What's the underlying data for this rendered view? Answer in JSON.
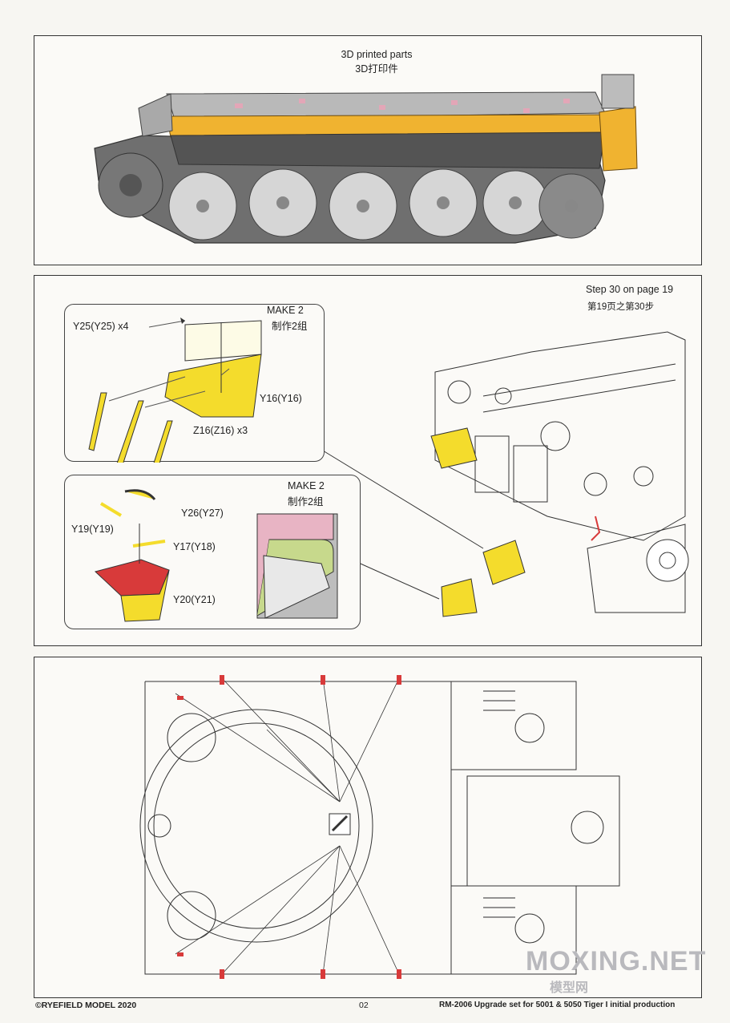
{
  "panel1": {
    "title_en": "3D printed parts",
    "title_cn": "3D打印件"
  },
  "panel2": {
    "step_en": "Step 30 on page 19",
    "step_cn": "第19页之第30步",
    "box_a": {
      "make": "MAKE 2",
      "make_cn": "制作2组",
      "labels": {
        "y25": "Y25(Y25) x4",
        "y16": "Y16(Y16)",
        "z16": "Z16(Z16) x3"
      }
    },
    "box_b": {
      "make": "MAKE 2",
      "make_cn": "制作2组",
      "labels": {
        "y26": "Y26(Y27)",
        "y19": "Y19(Y19)",
        "y17": "Y17(Y18)",
        "y20": "Y20(Y21)"
      }
    }
  },
  "footer": {
    "left": "©RYEFIELD MODEL 2020",
    "page": "02",
    "right": "RM-2006 Upgrade set for 5001 & 5050 Tiger I initial production"
  },
  "watermark": {
    "main": "MOXING.NET",
    "sub": "模型网"
  },
  "colors": {
    "yellow": "#f4dc2c",
    "orange": "#f0b330",
    "red": "#d83a3a",
    "gray": "#bdbdbd",
    "pink": "#e8b4c4"
  }
}
